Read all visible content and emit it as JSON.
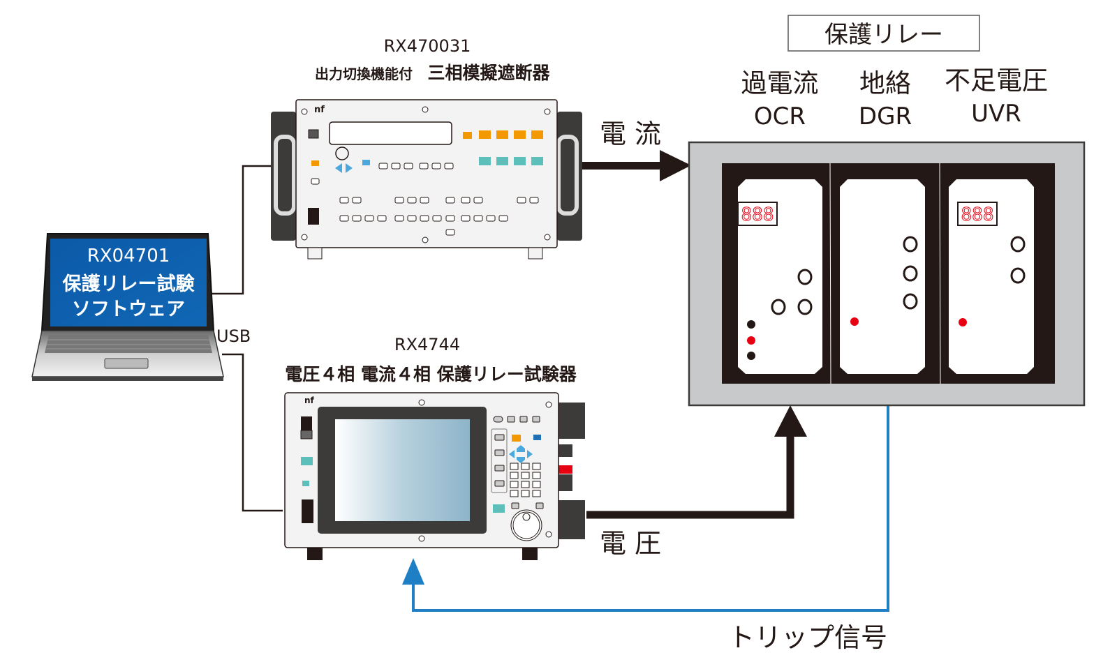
{
  "colors": {
    "ink": "#231815",
    "trip_line": "#1f7fc4",
    "laptop_screen": "#0b5aa8",
    "relay_case": "#c8c9ca",
    "led_red": "#e60012",
    "orange_key": "#f39800",
    "teal_key": "#5dbfb9",
    "blue_key": "#4aa8dc"
  },
  "breaker": {
    "model": "RX470031",
    "name_prefix": "出力切換機能付",
    "name": "三相模擬遮断器",
    "brand": "nf"
  },
  "tester": {
    "model": "RX4744",
    "name": "電圧４相 電流４相 保護リレー試験器",
    "brand": "nf"
  },
  "laptop": {
    "screen_lines": [
      "RX04701",
      "保護リレー試験",
      "ソフトウェア"
    ],
    "connection_label": "USB"
  },
  "relay": {
    "title": "保護リレー",
    "units": [
      {
        "name": "過電流",
        "code": "OCR",
        "display": "888"
      },
      {
        "name": "地絡",
        "code": "DGR",
        "display": ""
      },
      {
        "name": "不足電圧",
        "code": "UVR",
        "display": "888"
      }
    ]
  },
  "signals": {
    "current": "電 流",
    "voltage": "電 圧",
    "trip": "トリップ信号"
  }
}
